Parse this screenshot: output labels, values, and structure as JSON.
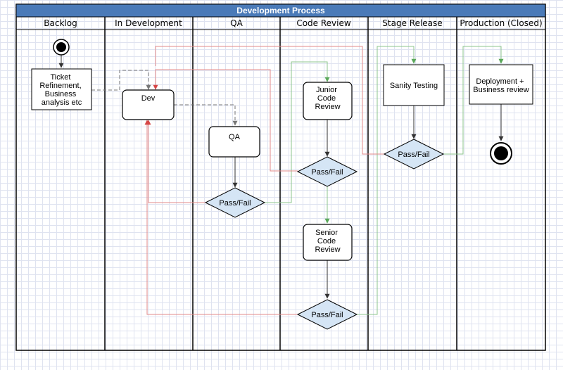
{
  "title": "Development Process",
  "lanes": [
    "Backlog",
    "In Development",
    "QA",
    "Code Review",
    "Stage Release",
    "Production (Closed)"
  ],
  "nodes": {
    "ticket": [
      "Ticket",
      "Refinement,",
      "Business",
      "analysis etc"
    ],
    "dev": [
      "Dev"
    ],
    "qa": [
      "QA"
    ],
    "qa_gate": [
      "Pass/Fail"
    ],
    "junior_review": [
      "Junior",
      "Code",
      "Review"
    ],
    "junior_gate": [
      "Pass/Fail"
    ],
    "senior_review": [
      "Senior",
      "Code",
      "Review"
    ],
    "senior_gate": [
      "Pass/Fail"
    ],
    "sanity": [
      "Sanity Testing"
    ],
    "stage_gate": [
      "Pass/Fail"
    ],
    "deploy": [
      "Deployment +",
      "Business review"
    ]
  },
  "colors": {
    "title_bar": "#4a7ab8",
    "decision_fill": "#d5e5f5",
    "pass_edge": "#8cc68c",
    "fail_edge": "#e38a8a",
    "flow_edge": "#333333",
    "handoff_edge": "#777777"
  }
}
